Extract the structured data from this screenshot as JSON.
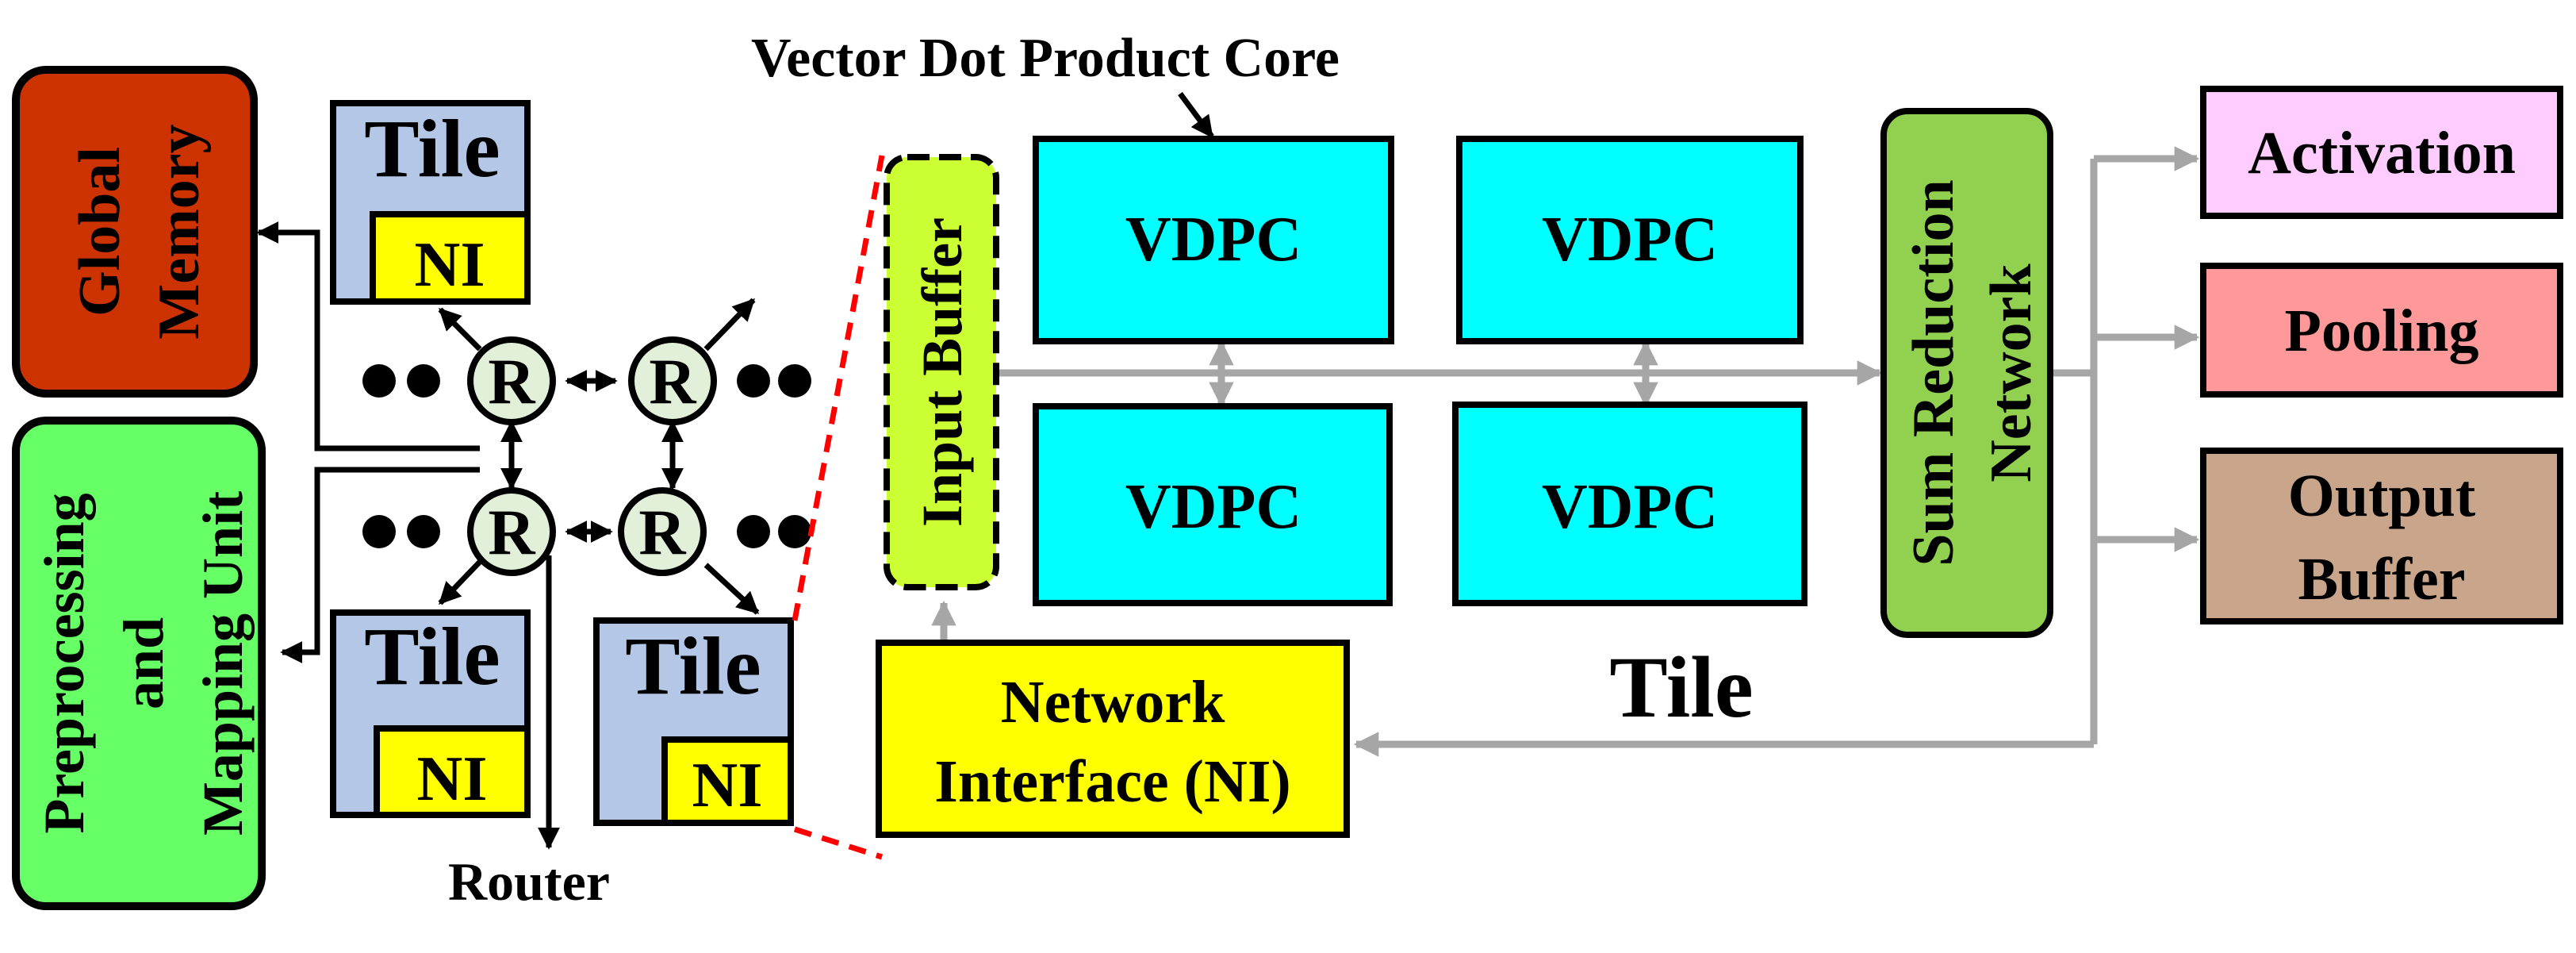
{
  "diagram": {
    "global_memory": {
      "line1": "Global",
      "line2": "Memory"
    },
    "preprocessing": {
      "line1": "Preprocessing",
      "line2": "and",
      "line3": "Mapping Unit"
    },
    "tile_label": "Tile",
    "ni_label": "NI",
    "router_label": "R",
    "router_caption": "Router",
    "vdpc_caption": "Vector Dot Product Core",
    "input_buffer": "Input Buffer",
    "vdpc_label": "VDPC",
    "sum_reduction": {
      "line1": "Sum Reduction",
      "line2": "Network"
    },
    "activation": "Activation",
    "pooling": "Pooling",
    "output_buffer": {
      "line1": "Output",
      "line2": "Buffer"
    },
    "network_interface": {
      "line1": "Network",
      "line2": "Interface (NI)"
    },
    "tile_caption": "Tile",
    "colors": {
      "global_memory": "#cc3300",
      "preprocessing": "#66ff66",
      "tile": "#b4c7e7",
      "ni": "#ffff00",
      "router": "#e2f0d9",
      "vdpc": "#00ffff",
      "input_buffer": "#ccff33",
      "sum_reduction": "#92d050",
      "activation": "#ffccff",
      "pooling": "#ff9999",
      "output_buffer": "#c9a58b",
      "network_interface": "#ffff00",
      "grey_arrow": "#a6a6a6",
      "dashed_red": "#ff0000"
    }
  }
}
